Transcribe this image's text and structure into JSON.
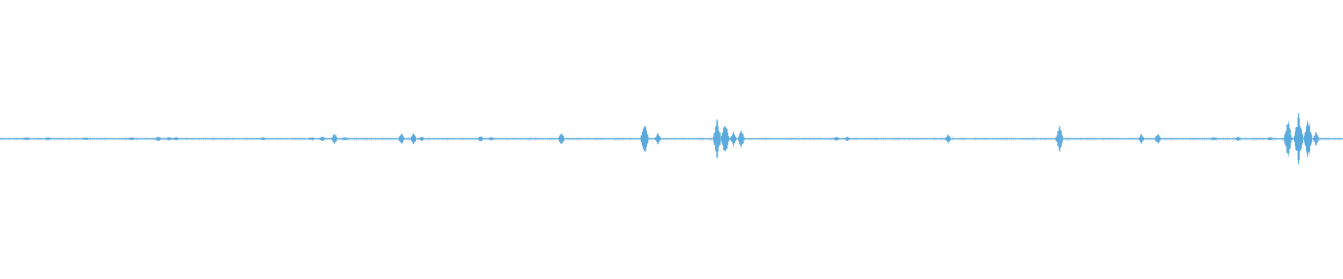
{
  "waveform": {
    "color": "#5aa9dc",
    "baseline_color": "#5aa9dc",
    "duration_fraction_axis": "0-1",
    "bursts": [
      {
        "t": 0.02,
        "amp": 0.03
      },
      {
        "t": 0.036,
        "amp": 0.02
      },
      {
        "t": 0.064,
        "amp": 0.015
      },
      {
        "t": 0.098,
        "amp": 0.012
      },
      {
        "t": 0.118,
        "amp": 0.06
      },
      {
        "t": 0.126,
        "amp": 0.04
      },
      {
        "t": 0.131,
        "amp": 0.04
      },
      {
        "t": 0.196,
        "amp": 0.03
      },
      {
        "t": 0.232,
        "amp": 0.03
      },
      {
        "t": 0.24,
        "amp": 0.05
      },
      {
        "t": 0.249,
        "amp": 0.12
      },
      {
        "t": 0.257,
        "amp": 0.03
      },
      {
        "t": 0.299,
        "amp": 0.12
      },
      {
        "t": 0.308,
        "amp": 0.14
      },
      {
        "t": 0.314,
        "amp": 0.05
      },
      {
        "t": 0.358,
        "amp": 0.06
      },
      {
        "t": 0.366,
        "amp": 0.03
      },
      {
        "t": 0.418,
        "amp": 0.14
      },
      {
        "t": 0.48,
        "amp": 0.34
      },
      {
        "t": 0.49,
        "amp": 0.12
      },
      {
        "t": 0.534,
        "amp": 0.38
      },
      {
        "t": 0.54,
        "amp": 0.34
      },
      {
        "t": 0.546,
        "amp": 0.14
      },
      {
        "t": 0.552,
        "amp": 0.18
      },
      {
        "t": 0.623,
        "amp": 0.05
      },
      {
        "t": 0.631,
        "amp": 0.05
      },
      {
        "t": 0.706,
        "amp": 0.1
      },
      {
        "t": 0.789,
        "amp": 0.26
      },
      {
        "t": 0.85,
        "amp": 0.1
      },
      {
        "t": 0.862,
        "amp": 0.12
      },
      {
        "t": 0.904,
        "amp": 0.03
      },
      {
        "t": 0.922,
        "amp": 0.05
      },
      {
        "t": 0.946,
        "amp": 0.04
      },
      {
        "t": 0.958,
        "amp": 0.06
      },
      {
        "t": 0.961,
        "amp": 0.04
      },
      {
        "t": 0.959,
        "amp": 0.38
      },
      {
        "t": 0.967,
        "amp": 0.48
      },
      {
        "t": 0.974,
        "amp": 0.4
      },
      {
        "t": 0.98,
        "amp": 0.14
      }
    ]
  }
}
